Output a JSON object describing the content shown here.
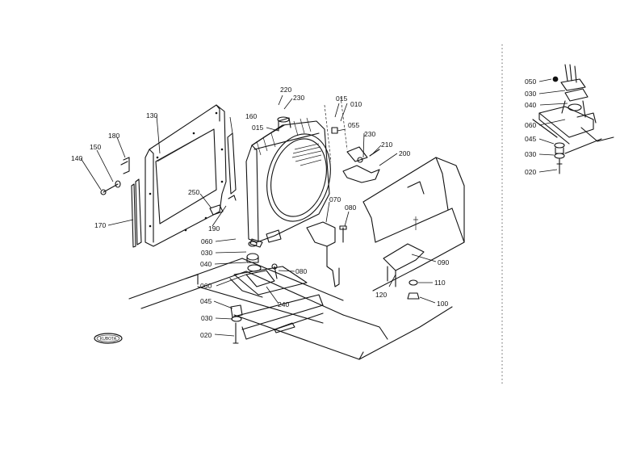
{
  "main_labels": {
    "l220": "220",
    "l230a": "230",
    "l015a": "015",
    "l010": "010",
    "l015b": "015",
    "l055": "055",
    "l230b": "230",
    "l210": "210",
    "l200": "200",
    "l160": "160",
    "l130": "130",
    "l180": "180",
    "l150": "150",
    "l140": "140",
    "l250": "250",
    "l190": "190",
    "l170": "170",
    "l080a": "080",
    "l070": "070",
    "l060a": "060",
    "l030a": "030",
    "l040a": "040",
    "l080b": "080",
    "l060b": "060",
    "l045a": "045",
    "l240": "240",
    "l030b": "030",
    "l020a": "020",
    "l090": "090",
    "l120": "120",
    "l110": "110",
    "l100": "100"
  },
  "inset_labels": {
    "l050": "050",
    "l030c": "030",
    "l040b": "040",
    "l060c": "060",
    "l045b": "045",
    "l030d": "030",
    "l020b": "020"
  },
  "logo": {
    "text": "KUBOTA"
  }
}
